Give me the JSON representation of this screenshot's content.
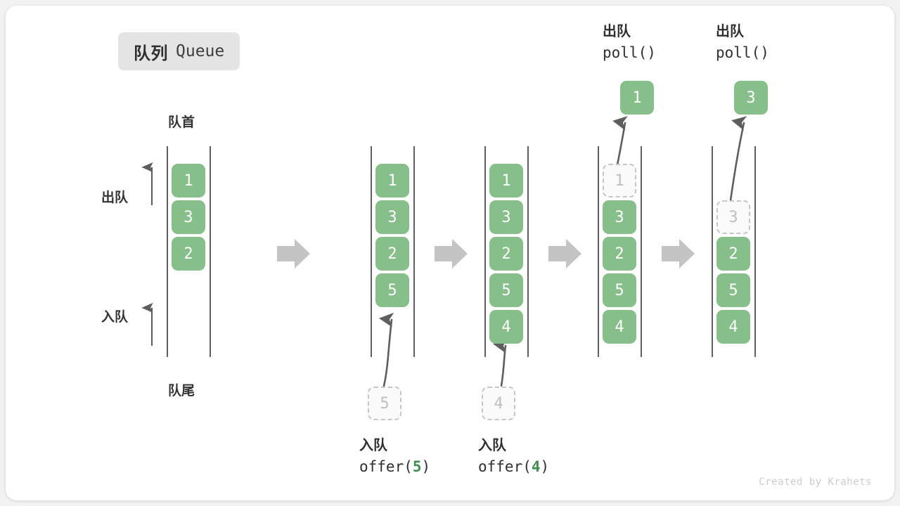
{
  "title": {
    "cn": "队列",
    "en": "Queue"
  },
  "labels": {
    "head": "队首",
    "tail": "队尾",
    "dequeue": "出队",
    "enqueue": "入队"
  },
  "credit": "Created by Krahets",
  "colors": {
    "box_fill": "#87bf8a",
    "box_text": "#ffffff",
    "ghost_fill": "#fafafa",
    "ghost_border": "#c6c6c6",
    "ghost_text": "#bfbfbf",
    "rail": "#4d4d4d",
    "arrow": "#5e5e5e",
    "step_arrow": "#c4c4c4",
    "badge_bg": "#e4e4e4",
    "accent_green": "#3f8f4f"
  },
  "operations": [
    {
      "id": "offer5",
      "cn": "入队",
      "code_prefix": "offer(",
      "code_value": "5",
      "code_suffix": ")"
    },
    {
      "id": "offer4",
      "cn": "入队",
      "code_prefix": "offer(",
      "code_value": "4",
      "code_suffix": ")"
    },
    {
      "id": "poll1",
      "cn": "出队",
      "code_prefix": "poll(",
      "code_value": "",
      "code_suffix": ")"
    },
    {
      "id": "poll2",
      "cn": "出队",
      "code_prefix": "poll(",
      "code_value": "",
      "code_suffix": ")"
    }
  ],
  "columns": [
    {
      "id": "state-0",
      "slots": [
        {
          "value": "1",
          "ghost": false
        },
        {
          "value": "3",
          "ghost": false
        },
        {
          "value": "2",
          "ghost": false
        }
      ]
    },
    {
      "id": "state-1",
      "slots": [
        {
          "value": "1",
          "ghost": false
        },
        {
          "value": "3",
          "ghost": false
        },
        {
          "value": "2",
          "ghost": false
        },
        {
          "value": "5",
          "ghost": false
        }
      ],
      "incoming": {
        "value": "5",
        "ghost": true
      }
    },
    {
      "id": "state-2",
      "slots": [
        {
          "value": "1",
          "ghost": false
        },
        {
          "value": "3",
          "ghost": false
        },
        {
          "value": "2",
          "ghost": false
        },
        {
          "value": "5",
          "ghost": false
        },
        {
          "value": "4",
          "ghost": false
        }
      ],
      "incoming": {
        "value": "4",
        "ghost": true
      }
    },
    {
      "id": "state-3",
      "slots": [
        {
          "value": "1",
          "ghost": true
        },
        {
          "value": "3",
          "ghost": false
        },
        {
          "value": "2",
          "ghost": false
        },
        {
          "value": "5",
          "ghost": false
        },
        {
          "value": "4",
          "ghost": false
        }
      ],
      "outgoing": {
        "value": "1",
        "ghost": false
      }
    },
    {
      "id": "state-4",
      "slots": [
        {
          "value": "",
          "ghost": null
        },
        {
          "value": "3",
          "ghost": true
        },
        {
          "value": "2",
          "ghost": false
        },
        {
          "value": "5",
          "ghost": false
        },
        {
          "value": "4",
          "ghost": false
        }
      ],
      "outgoing": {
        "value": "3",
        "ghost": false
      }
    }
  ]
}
